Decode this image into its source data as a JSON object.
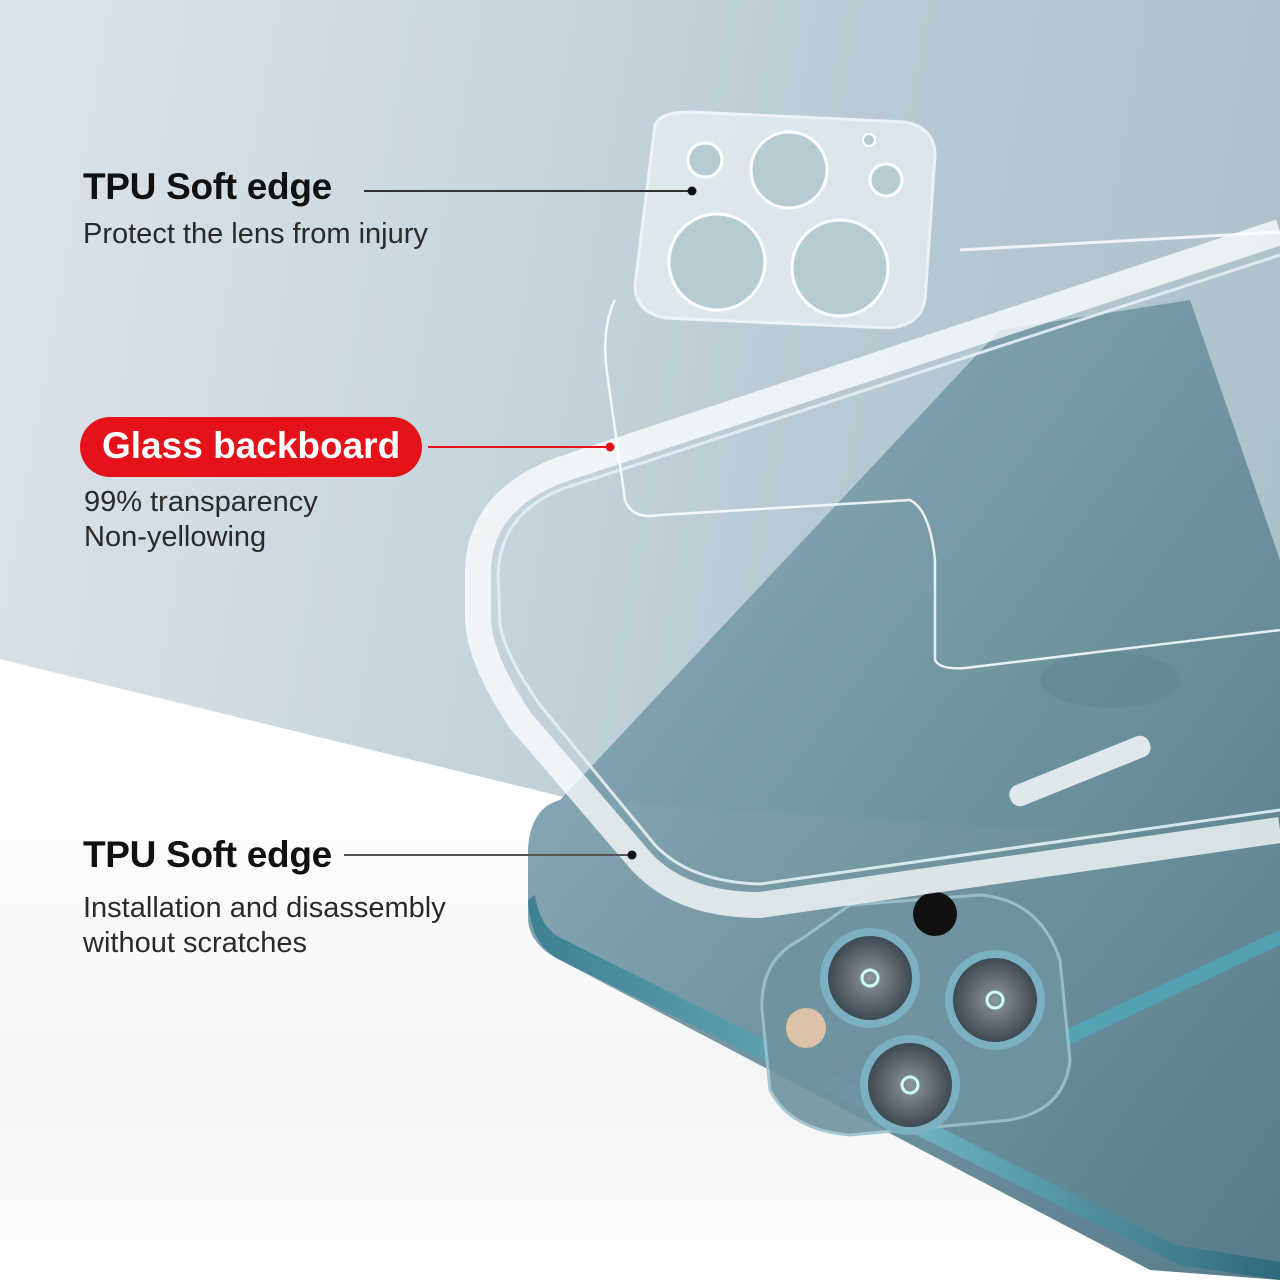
{
  "callouts": [
    {
      "id": "lens",
      "title": "TPU Soft edge",
      "description": [
        "Protect the lens from injury"
      ],
      "highlight": false
    },
    {
      "id": "backboard",
      "title": "Glass backboard",
      "description": [
        "99% transparency",
        "Non-yellowing"
      ],
      "highlight": true
    },
    {
      "id": "edge",
      "title": "TPU Soft edge",
      "description": [
        "Installation and disassembly",
        "without scratches"
      ],
      "highlight": false
    }
  ],
  "colors": {
    "badge_red": "#e6121a",
    "background_blue_gray": "#b7cad3",
    "phone_blue": "#5d8fa0",
    "text_dark": "#111111"
  },
  "product": {
    "image_subject": "clear-phone-case-with-camera-lens-protector",
    "phone_camera_lenses": 3
  }
}
